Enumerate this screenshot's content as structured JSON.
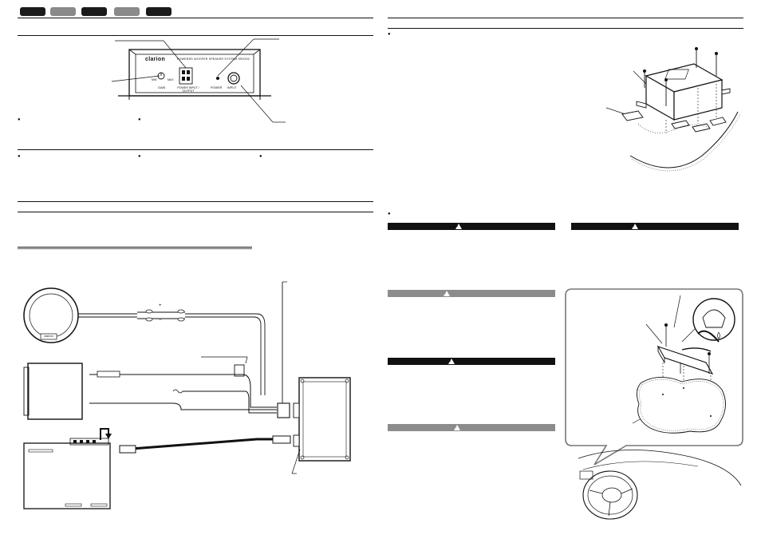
{
  "device": {
    "brand": "clarion",
    "model_line": "POWERED WOOFER SPEAKER SYSTEM SRV302",
    "port_labels": {
      "gain": "GAIN",
      "gain_min": "MIN",
      "gain_max": "MAX",
      "power_input_output": "POWER INPUT / OUTPUT",
      "power": "POWER",
      "input": "INPUT"
    }
  },
  "diagram": {
    "speaker_logo": "clarion",
    "polarity_plus": "+",
    "polarity_minus": "−"
  },
  "warnings": {
    "symbol": "!"
  },
  "bullet_symbol": "●"
}
